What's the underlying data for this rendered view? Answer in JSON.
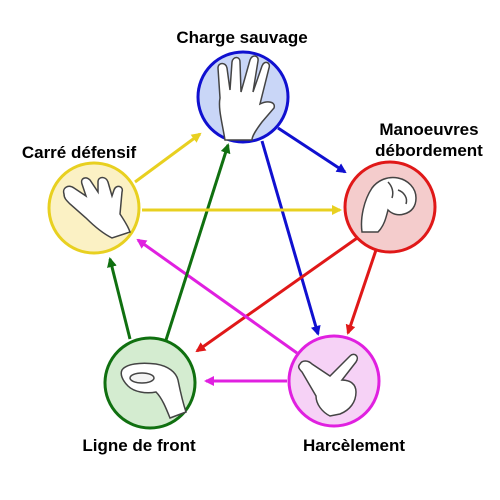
{
  "nodes": {
    "charge": {
      "label": "Charge sauvage",
      "icon": "spock-hand-icon",
      "ring": "#1010d0",
      "fill": "#c9d6f7"
    },
    "manoeuvres": {
      "label_line1": "Manoeuvres",
      "label_line2": "débordement",
      "icon": "rock-fist-icon",
      "ring": "#e01818",
      "fill": "#f4cccc"
    },
    "harcelement": {
      "label": "Harcèlement",
      "icon": "scissors-hand-icon",
      "ring": "#e020e0",
      "fill": "#f6d2f6"
    },
    "ligne": {
      "label": "Ligne de front",
      "icon": "lizard-hand-icon",
      "ring": "#107010",
      "fill": "#d4ecd0"
    },
    "carre": {
      "label": "Carré défensif",
      "icon": "paper-hand-icon",
      "ring": "#e8d020",
      "fill": "#fbf1c4"
    }
  },
  "edges": [
    {
      "from": "charge",
      "to": "manoeuvres",
      "color": "#1010d0"
    },
    {
      "from": "charge",
      "to": "harcelement",
      "color": "#1010d0"
    },
    {
      "from": "manoeuvres",
      "to": "harcelement",
      "color": "#e01818"
    },
    {
      "from": "manoeuvres",
      "to": "ligne",
      "color": "#e01818"
    },
    {
      "from": "harcelement",
      "to": "ligne",
      "color": "#e020e0"
    },
    {
      "from": "harcelement",
      "to": "carre",
      "color": "#e020e0"
    },
    {
      "from": "ligne",
      "to": "carre",
      "color": "#107010"
    },
    {
      "from": "ligne",
      "to": "charge",
      "color": "#107010"
    },
    {
      "from": "carre",
      "to": "charge",
      "color": "#e8d020"
    },
    {
      "from": "carre",
      "to": "manoeuvres",
      "color": "#e8d020"
    }
  ]
}
